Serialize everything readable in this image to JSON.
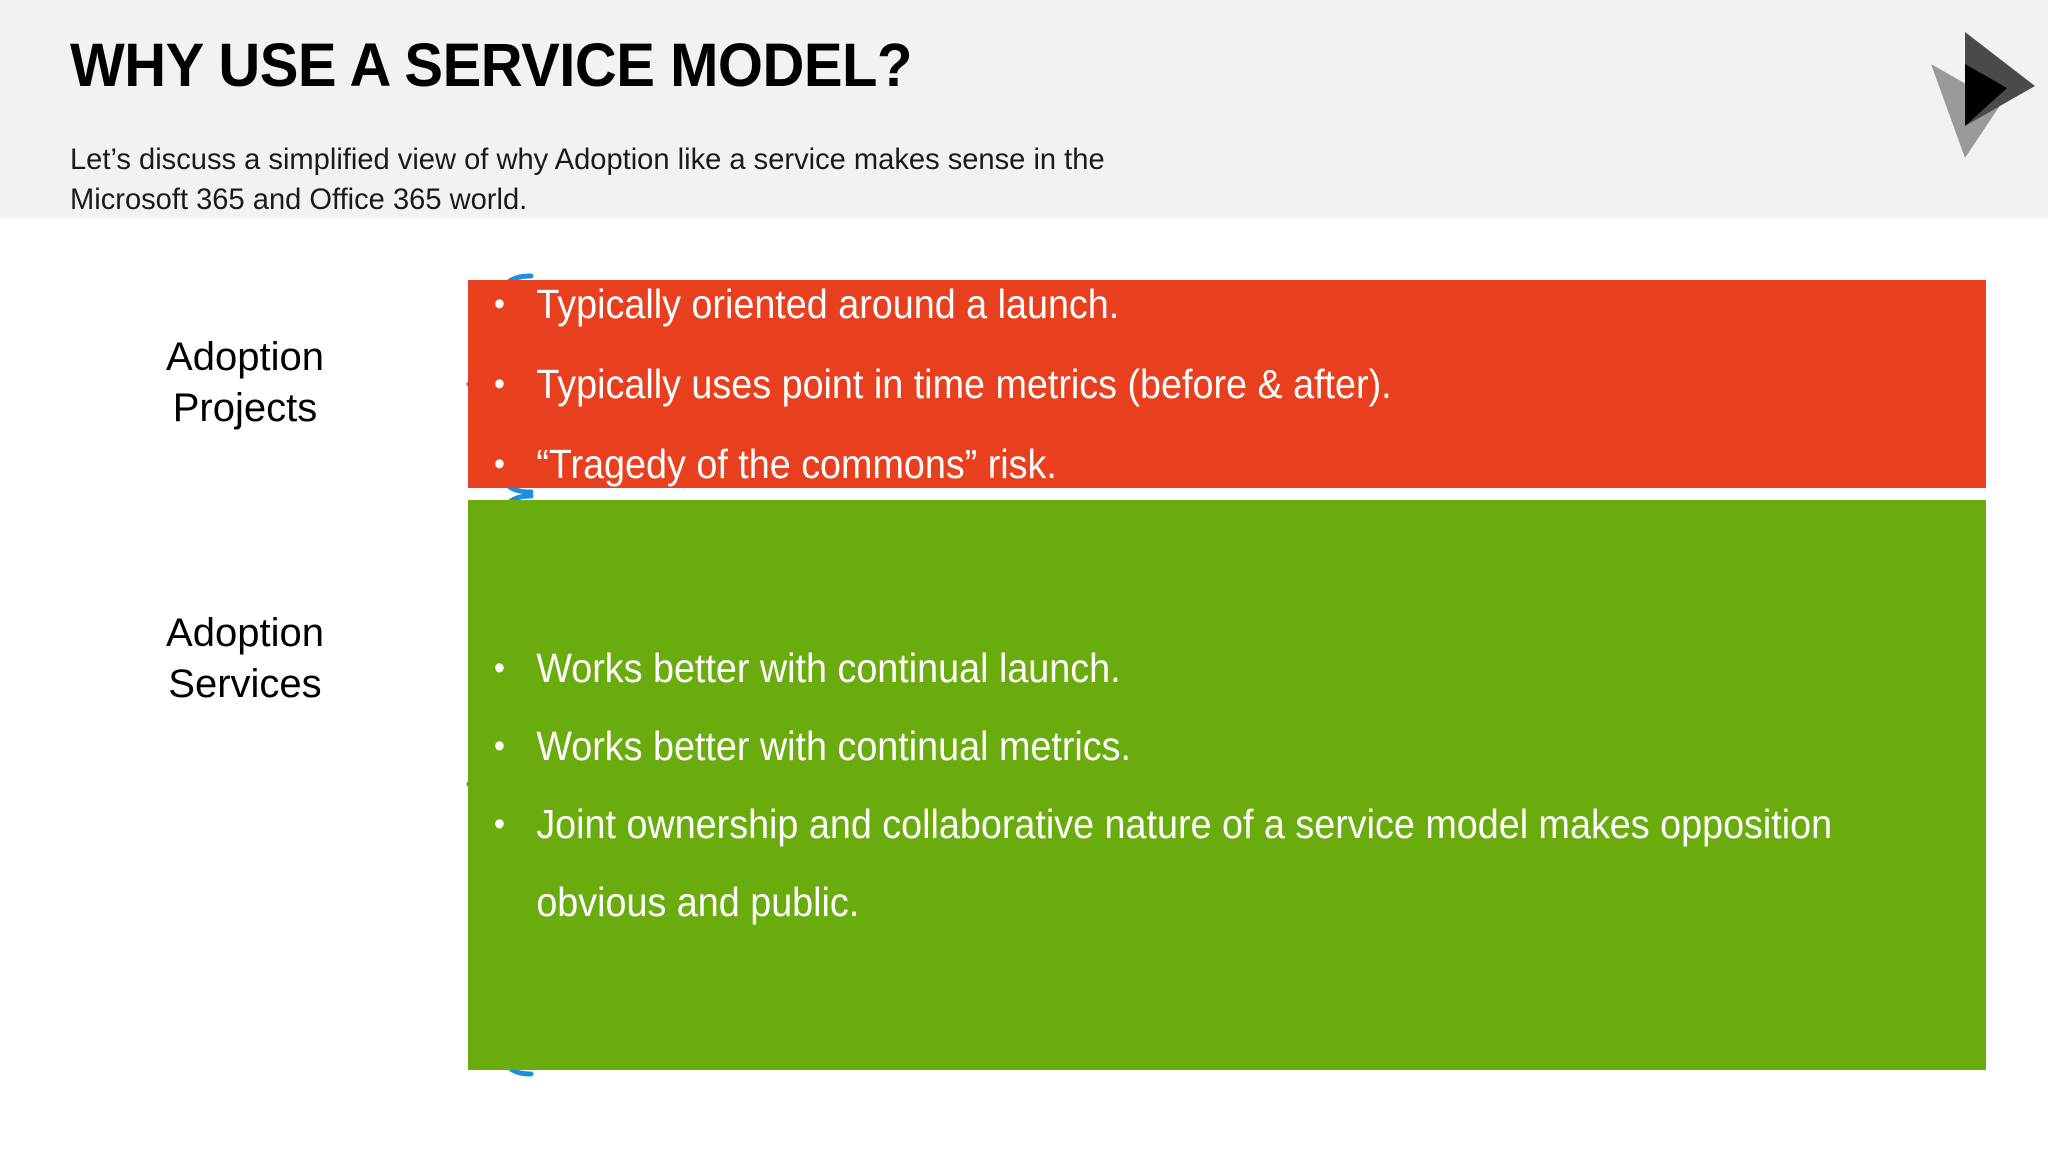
{
  "slide": {
    "title": "WHY USE A SERVICE MODEL?",
    "subtitle_line1": "Let’s discuss a simplified view of why Adoption like a service makes sense in the",
    "subtitle_line2": "Microsoft 365 and Office 365 world.",
    "header_background": "#f2f2f2",
    "body_background": "#ffffff"
  },
  "logo": {
    "name": "play-triangles-logo",
    "light_triangle_color": "#9a9a9a",
    "dark_triangle_color": "#4a4a4a",
    "overlap_color": "#000000"
  },
  "groups": [
    {
      "label_line1": "Adoption",
      "label_line2": "Projects",
      "accent_color": "#E8401E",
      "brace_color": "#1B8FE0",
      "bullet_glyph": "•",
      "bullets": [
        "Typically oriented around a launch.",
        "Typically uses point in time metrics (before & after).",
        "“Tragedy of the commons” risk."
      ]
    },
    {
      "label_line1": "Adoption",
      "label_line2": "Services",
      "accent_color": "#6AAC0E",
      "brace_color": "#1B8FE0",
      "bullet_glyph": "•",
      "bullets": [
        "Works better with continual launch.",
        "Works better with continual metrics.",
        "Joint ownership and collaborative nature of a service model makes opposition obvious and public."
      ]
    }
  ]
}
